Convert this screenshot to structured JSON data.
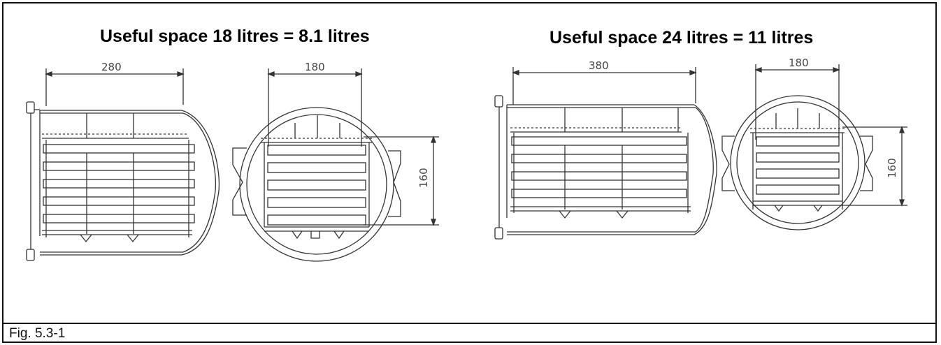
{
  "figure": {
    "caption": "Fig. 5.3-1",
    "title_left": "Useful space 18 litres = 8.1 litres",
    "title_right": "Useful space 24 litres = 11 litres"
  },
  "dimensions": {
    "left_side_width": "280",
    "left_front_width": "180",
    "left_front_height": "160",
    "right_side_width": "380",
    "right_front_width": "180",
    "right_front_height": "160"
  },
  "colors": {
    "line": "#333333",
    "frame": "#111111"
  }
}
